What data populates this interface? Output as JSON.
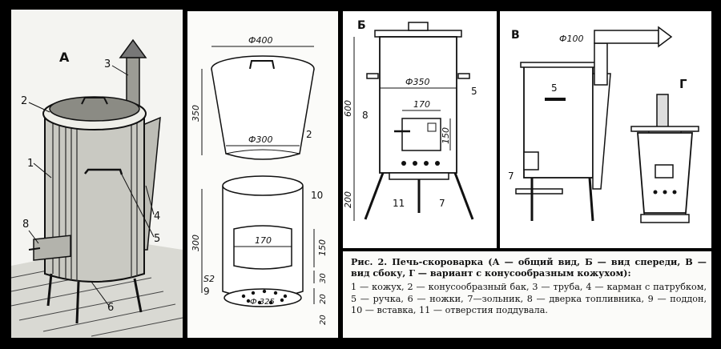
{
  "figure": {
    "panel_a": {
      "letter": "А",
      "callouts": [
        "1",
        "2",
        "3",
        "4",
        "5",
        "6",
        "8"
      ]
    },
    "panel_mid": {
      "dims": {
        "d400": "Ф400",
        "h350": "350",
        "d300": "Ф300",
        "h300": "300",
        "w170": "170",
        "h150": "150",
        "h30": "30",
        "h20a": "20",
        "h20b": "20",
        "s2": "S2",
        "d325": "Ф 325"
      },
      "callouts": [
        "2",
        "10",
        "9"
      ]
    },
    "panel_b": {
      "letter": "Б",
      "dims": {
        "h600": "600",
        "h200": "200",
        "d350": "Ф350",
        "w170": "170",
        "h150": "150"
      },
      "callouts": [
        "8",
        "5",
        "11",
        "7"
      ]
    },
    "panel_v": {
      "letter": "В",
      "dims": {
        "d100": "Ф100"
      },
      "callouts": [
        "5",
        "7"
      ]
    },
    "panel_g": {
      "letter": "Г"
    }
  },
  "caption": {
    "title": "Рис. 2. Печь-скороварка (А — общий вид, Б — вид спереди, В — вид сбоку, Г — вариант с конусообразным кожухом):",
    "legend": "1 — кожух, 2 — конусообразный бак, 3 — труба, 4 — карман с патрубком, 5 — ручка, 6 — ножки, 7—зольник, 8 — дверка топливника, 9 — поддон, 10 — вставка, 11 — отверстия поддувала."
  }
}
